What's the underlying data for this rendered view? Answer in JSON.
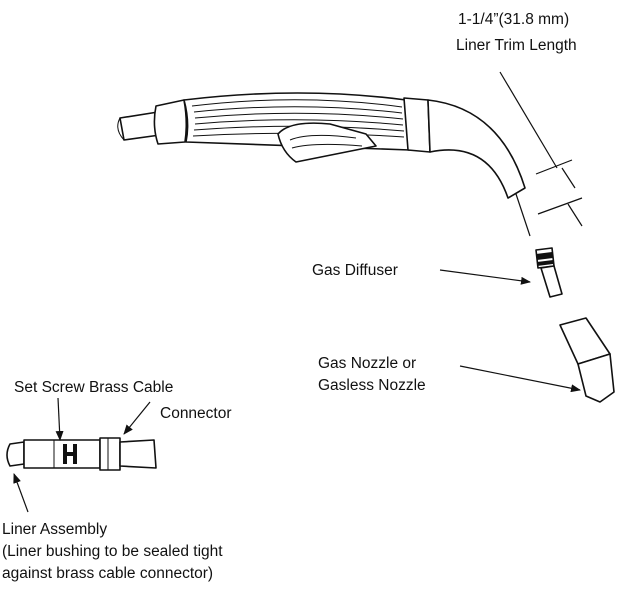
{
  "labels": {
    "trim_length_line1": "1-1/4”(31.8 mm)",
    "trim_length_line2": "Liner Trim Length",
    "gas_diffuser": "Gas Diffuser",
    "gas_nozzle_line1": "Gas Nozzle or",
    "gas_nozzle_line2": "Gasless Nozzle",
    "set_screw": "Set Screw Brass Cable",
    "connector": "Connector",
    "liner_assembly_line1": "Liner Assembly",
    "liner_assembly_line2": "(Liner bushing to be sealed tight",
    "liner_assembly_line3": "against brass cable connector)"
  }
}
